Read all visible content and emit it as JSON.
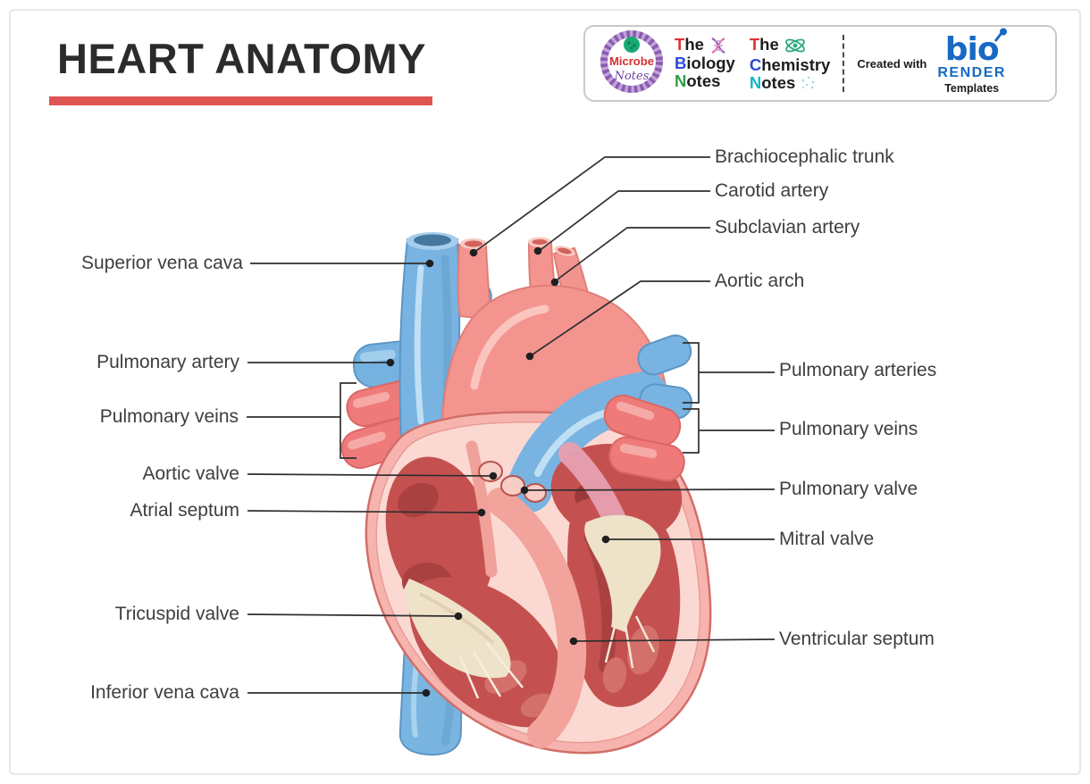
{
  "header": {
    "title": "HEART ANATOMY"
  },
  "badge": {
    "microbe": {
      "top": "Microbe",
      "bottom": "Notes"
    },
    "biology": {
      "the_f": "T",
      "the_r": "he",
      "name_f": "B",
      "name_r": "iology",
      "notes_f": "N",
      "notes_r": "otes"
    },
    "chemistry": {
      "the_f": "T",
      "the_r": "he",
      "name_f": "C",
      "name_r": "hemistry",
      "notes_f": "N",
      "notes_r": "otes"
    },
    "created_with": "Created with",
    "biorender": {
      "bio": "bio",
      "render": "RENDER",
      "templates": "Templates"
    }
  },
  "labels": {
    "left": [
      {
        "text": "Superior vena cava"
      },
      {
        "text": "Pulmonary artery"
      },
      {
        "text": "Pulmonary veins"
      },
      {
        "text": "Aortic valve"
      },
      {
        "text": "Atrial septum"
      },
      {
        "text": "Tricuspid valve"
      },
      {
        "text": "Inferior vena cava"
      }
    ],
    "right": [
      {
        "text": "Brachiocephalic trunk"
      },
      {
        "text": "Carotid artery"
      },
      {
        "text": "Subclavian artery"
      },
      {
        "text": "Aortic arch"
      },
      {
        "text": "Pulmonary arteries"
      },
      {
        "text": "Pulmonary veins"
      },
      {
        "text": "Pulmonary valve"
      },
      {
        "text": "Mitral valve"
      },
      {
        "text": "Ventricular septum"
      }
    ]
  },
  "colors": {
    "accent_red_underline": "#df5452",
    "title_text": "#2b2b2b",
    "label_text": "#3e3e3e",
    "leader_line": "#2f2f2f",
    "vein_blue": "#78b3e1",
    "artery_pink": "#f4948e",
    "heart_wall_pink": "#f7b4af",
    "chamber_red": "#c45150",
    "valve_cream": "#eee2c9",
    "atrium_mauve": "#e7a0b1",
    "microbe_red": "#d63031",
    "microbe_purple": "#6f42a0",
    "brand_blue": "#2b4bd7",
    "brand_green": "#2f9e44",
    "brand_teal": "#12b5c9",
    "biorender_blue": "#1769c4",
    "badge_border": "#c9c9c9"
  }
}
